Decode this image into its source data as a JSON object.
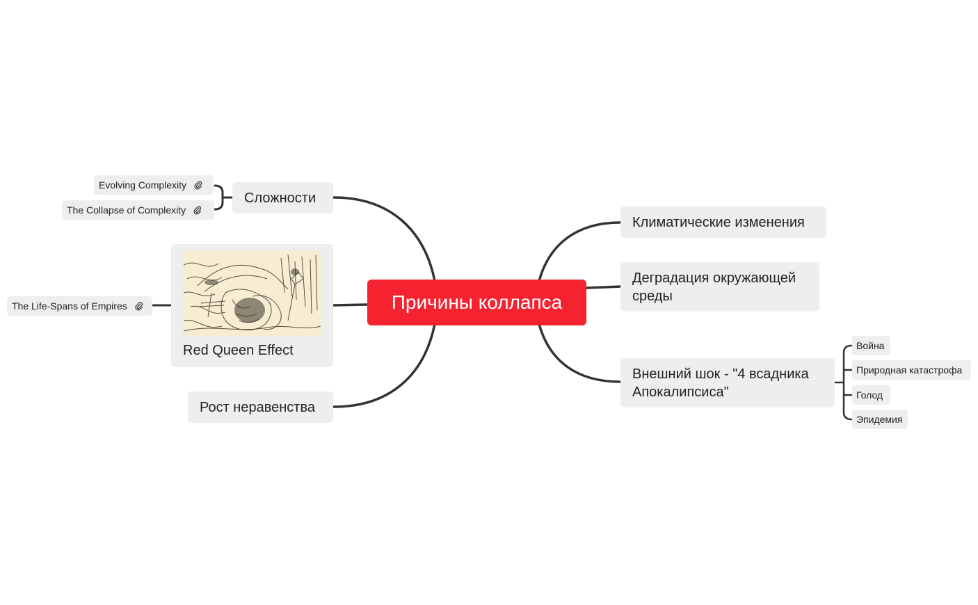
{
  "root": {
    "label": "Причины коллапса"
  },
  "left_topics": {
    "complexity": {
      "label": "Сложности",
      "links": [
        {
          "label": "Evolving Complexity",
          "icon": "paperclip-icon"
        },
        {
          "label": "The Collapse of Complexity",
          "icon": "paperclip-icon"
        }
      ]
    },
    "red_queen": {
      "label": "Red Queen Effect",
      "image": "red-queen-engraving",
      "link": {
        "label": "The Life-Spans of Empires",
        "icon": "paperclip-icon"
      }
    },
    "inequality": {
      "label": "Рост неравенства"
    }
  },
  "right_topics": {
    "climate": {
      "label": "Климатические изменения"
    },
    "environment": {
      "label": "Деградация окружающей среды"
    },
    "external_shock": {
      "label": "Внешний шок - \"4 всадника Апокалипсиса\"",
      "subtopics": [
        "Война",
        "Природная катастрофа",
        "Голод",
        "Эпидемия"
      ]
    }
  },
  "colors": {
    "root_fill": "#f52230",
    "node_fill": "#eeeeee",
    "connector": "#333333",
    "root_text": "#ffffff"
  }
}
